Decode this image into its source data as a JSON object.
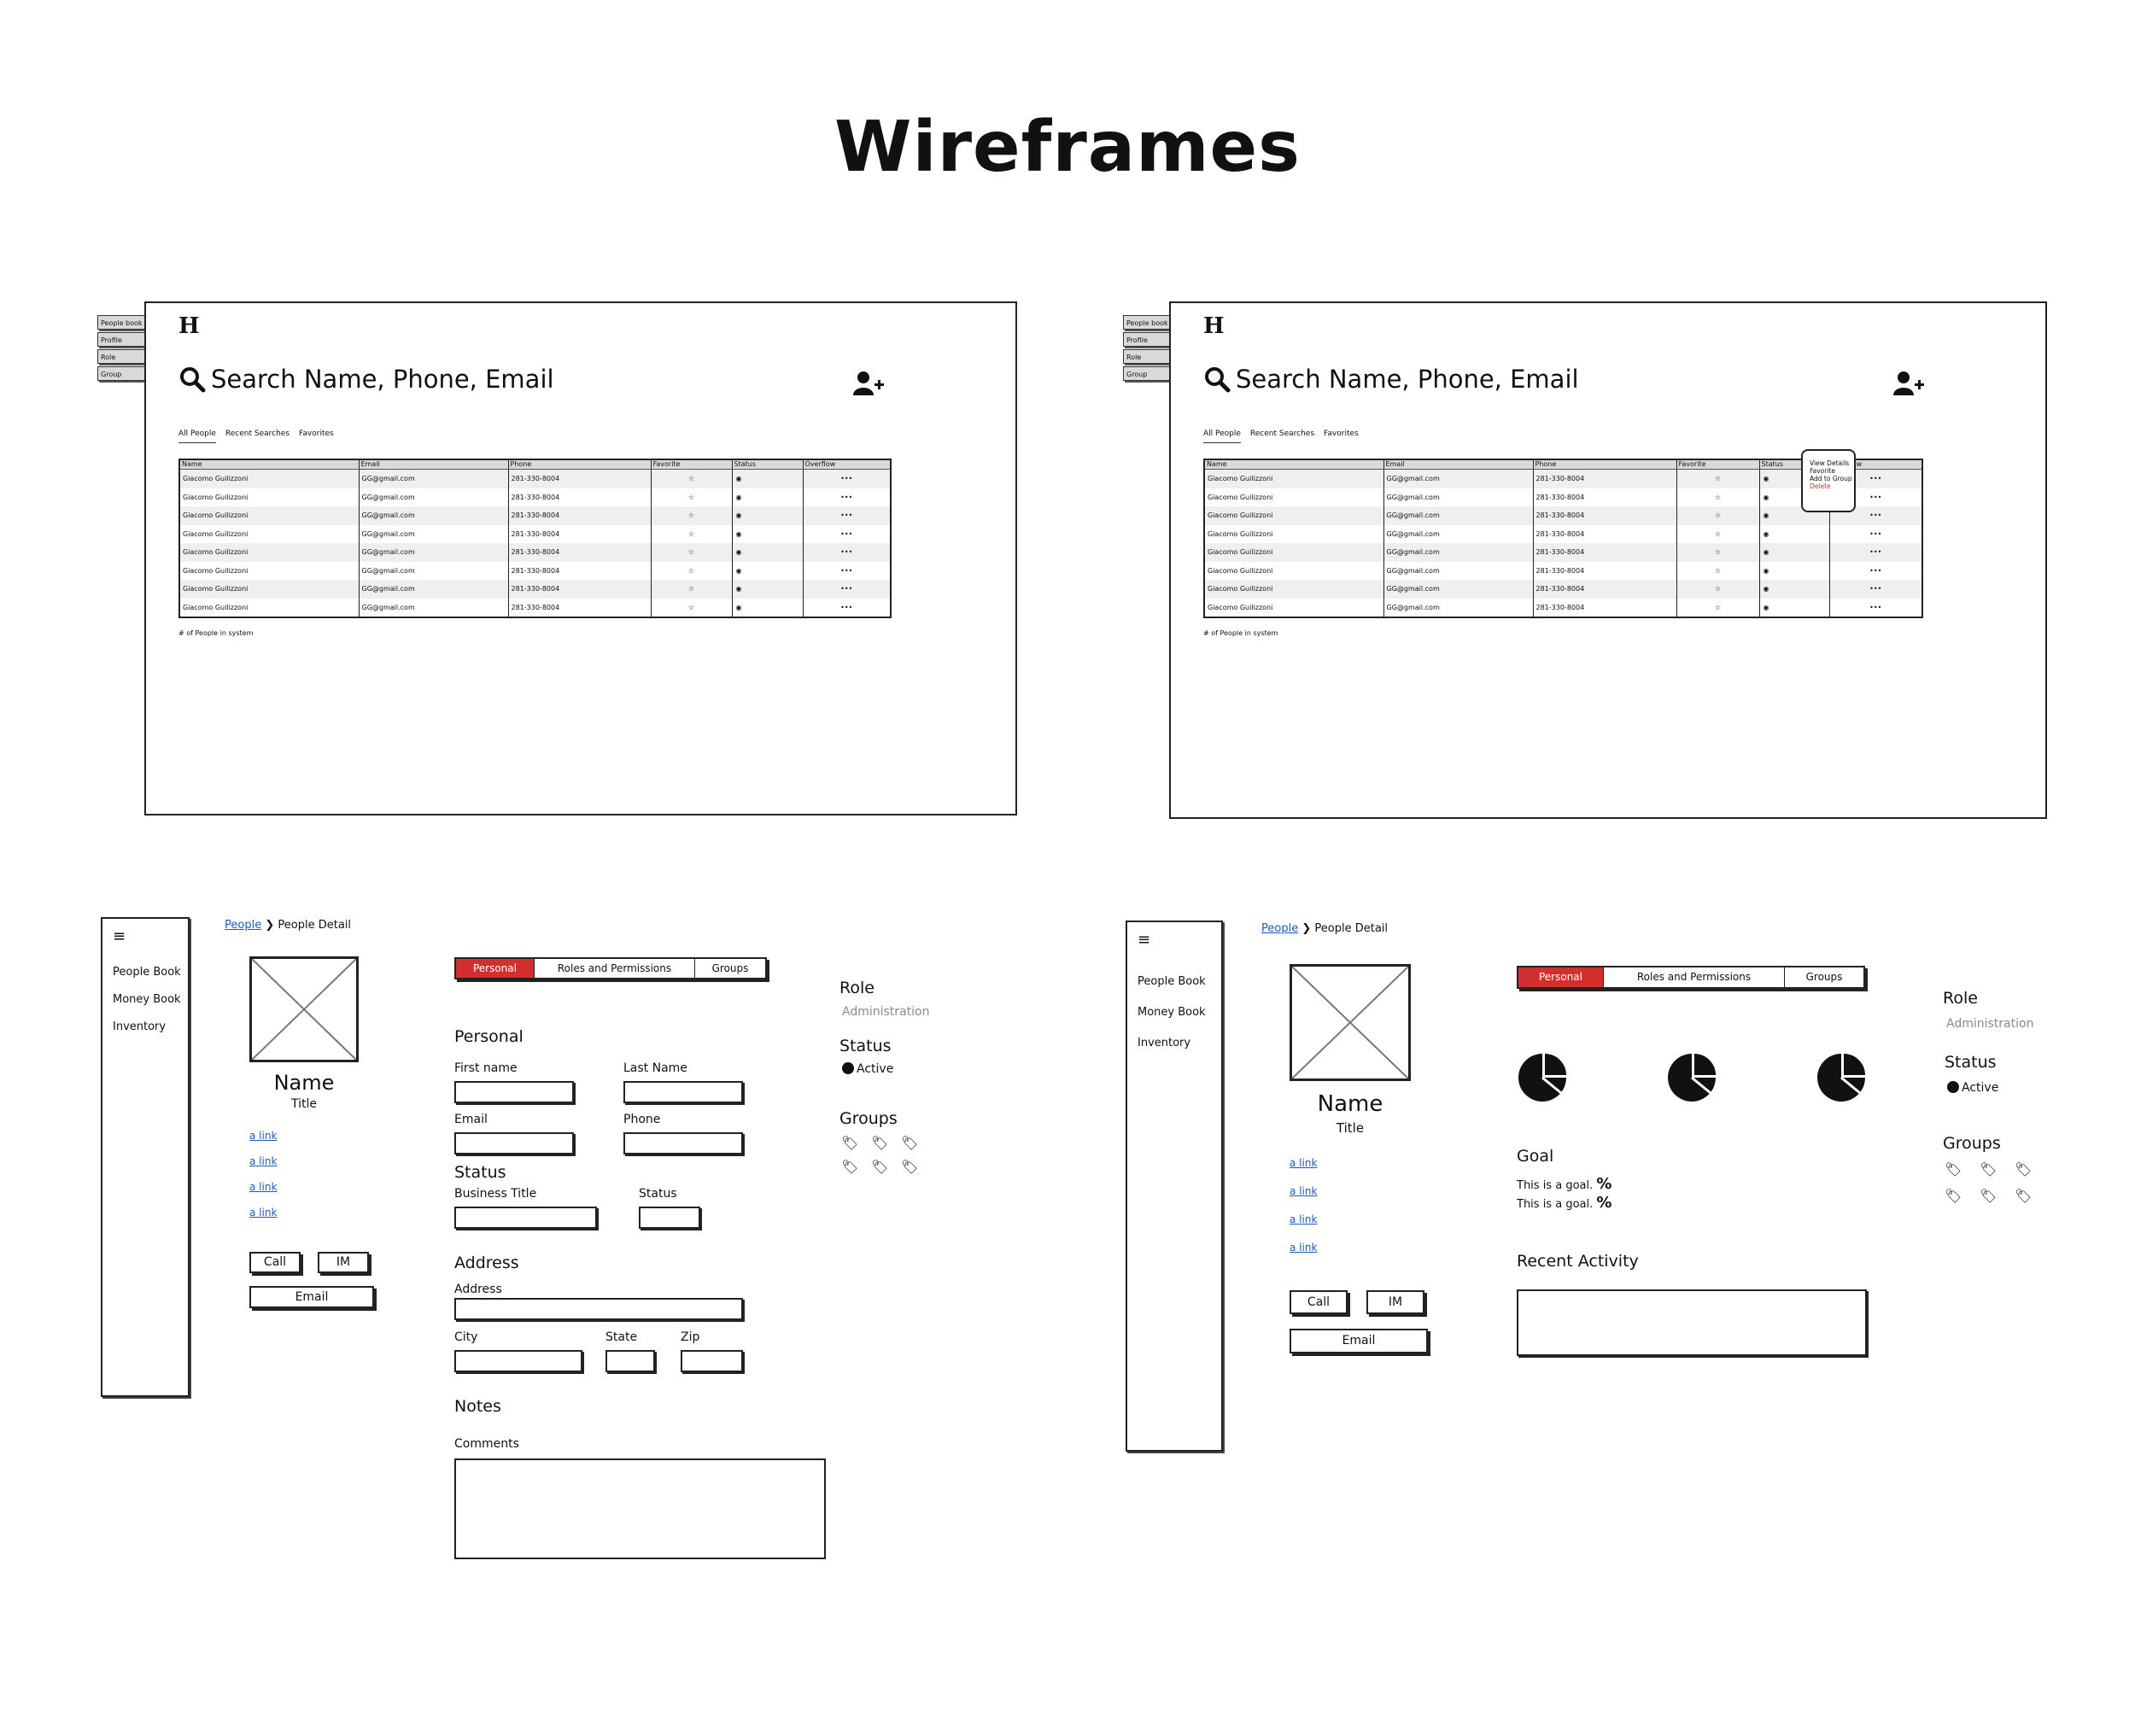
{
  "title": "Wireframes",
  "list": {
    "logo": "H",
    "sidetabs": [
      "People book",
      "Profile",
      "Role",
      "Group"
    ],
    "search_label": "Search Name, Phone, Email",
    "tabs": [
      "All People",
      "Recent Searches",
      "Favorites"
    ],
    "columns": [
      "Name",
      "Email",
      "Phone",
      "Favorite",
      "Status",
      "Overflow"
    ],
    "rows": [
      {
        "name": "Giacomo Guilizzoni",
        "email": "GG@gmail.com",
        "phone": "281-330-8004"
      },
      {
        "name": "Giacomo Guilizzoni",
        "email": "GG@gmail.com",
        "phone": "281-330-8004"
      },
      {
        "name": "Giacomo Guilizzoni",
        "email": "GG@gmail.com",
        "phone": "281-330-8004"
      },
      {
        "name": "Giacomo Guilizzoni",
        "email": "GG@gmail.com",
        "phone": "281-330-8004"
      },
      {
        "name": "Giacomo Guilizzoni",
        "email": "GG@gmail.com",
        "phone": "281-330-8004"
      },
      {
        "name": "Giacomo Guilizzoni",
        "email": "GG@gmail.com",
        "phone": "281-330-8004"
      },
      {
        "name": "Giacomo Guilizzoni",
        "email": "GG@gmail.com",
        "phone": "281-330-8004"
      },
      {
        "name": "Giacomo Guilizzoni",
        "email": "GG@gmail.com",
        "phone": "281-330-8004"
      }
    ],
    "favorite_glyph": "☆",
    "status_glyph": "◉",
    "overflow_glyph": "•••",
    "footer": "# of People in system",
    "popover": [
      "View Details",
      "Favorite",
      "Add to Group",
      "Delete"
    ]
  },
  "detail": {
    "hamburger": "≡",
    "nav": [
      "People Book",
      "Money Book",
      "Inventory"
    ],
    "breadcrumb": {
      "link": "People",
      "sep": "❯",
      "current": "People Detail"
    },
    "name": "Name",
    "title": "Title",
    "links": [
      "a link",
      "a link",
      "a link",
      "a link"
    ],
    "call": "Call",
    "im": "IM",
    "email": "Email",
    "tabs": [
      "Personal",
      "Roles and Permissions",
      "Groups"
    ],
    "personal_header": "Personal",
    "first_name": "First name",
    "last_name": "Last Name",
    "email_label": "Email",
    "phone_label": "Phone",
    "status_header": "Status",
    "business_title": "Business Title",
    "status_label": "Status",
    "address_header": "Address",
    "address_label": "Address",
    "city": "City",
    "state": "State",
    "zip": "Zip",
    "notes_header": "Notes",
    "comments": "Comments",
    "role_header": "Role",
    "role_value": "Administration",
    "status_side_header": "Status",
    "status_value": "Active",
    "groups_header": "Groups",
    "goal_header": "Goal",
    "goal_items": [
      "This is a goal.",
      "This is a goal."
    ],
    "percent": "%",
    "recent_activity": "Recent Activity",
    "accent_color": "#d32f2f",
    "link_color": "#1a5fb4"
  }
}
